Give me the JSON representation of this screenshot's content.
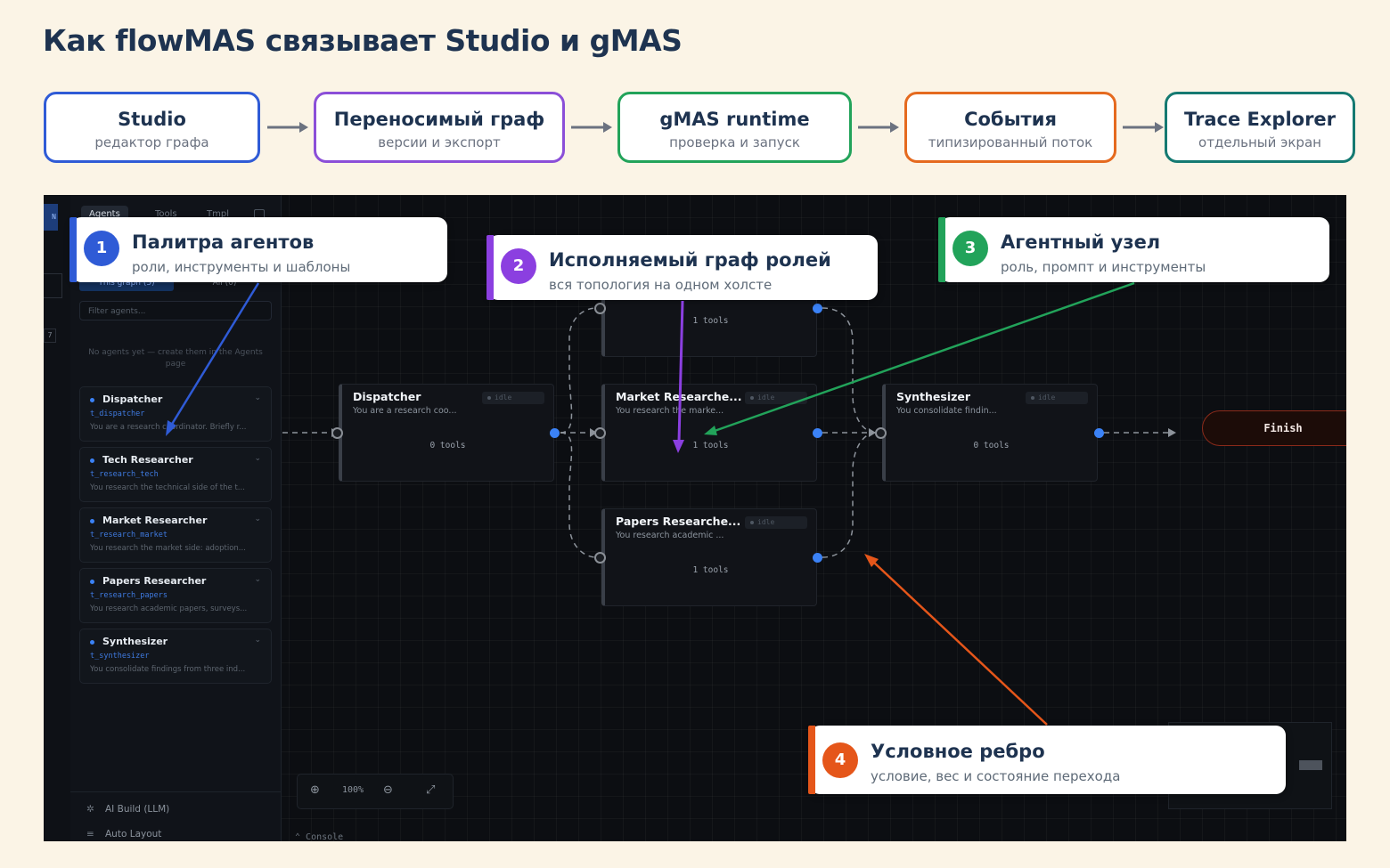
{
  "title": "Как flowMAS связывает Studio и gMAS",
  "flow": [
    {
      "title": "Studio",
      "subtitle": "редактор графа",
      "color": "#2f5bd6"
    },
    {
      "title": "Переносимый граф",
      "subtitle": "версии и экспорт",
      "color": "#8b4fd8"
    },
    {
      "title": "gMAS runtime",
      "subtitle": "проверка и запуск",
      "color": "#22a35a"
    },
    {
      "title": "События",
      "subtitle": "типизированный поток",
      "color": "#e56a1f"
    },
    {
      "title": "Trace Explorer",
      "subtitle": "отдельный экран",
      "color": "#157a72"
    }
  ],
  "app": {
    "rail_chip": "N",
    "rail_number": "7",
    "sidebar": {
      "tabs": [
        "Agents",
        "Tools",
        "Tmpl"
      ],
      "segments": [
        "This graph (5)",
        "All (0)"
      ],
      "filter_placeholder": "Filter agents...",
      "empty_note": "No agents yet — create them in the Agents page",
      "agents": [
        {
          "name": "Dispatcher",
          "id": "t_dispatcher",
          "description": "You are a research coordinator. Briefly r..."
        },
        {
          "name": "Tech Researcher",
          "id": "t_research_tech",
          "description": "You research the technical side of the t..."
        },
        {
          "name": "Market Researcher",
          "id": "t_research_market",
          "description": "You research the market side: adoption..."
        },
        {
          "name": "Papers Researcher",
          "id": "t_research_papers",
          "description": "You research academic papers, surveys..."
        },
        {
          "name": "Synthesizer",
          "id": "t_synthesizer",
          "description": "You consolidate findings from three ind..."
        }
      ],
      "actions": [
        "AI Build (LLM)",
        "Auto Layout"
      ]
    },
    "nodes": [
      {
        "title": "",
        "badge": "",
        "description": "",
        "tools": "1 tools"
      },
      {
        "title": "Dispatcher",
        "badge": "idle",
        "description": "You are a research coo...",
        "tools": "0 tools"
      },
      {
        "title": "Market Researche...",
        "badge": "idle",
        "description": "You research the marke...",
        "tools": "1 tools"
      },
      {
        "title": "Synthesizer",
        "badge": "idle",
        "description": "You consolidate findin...",
        "tools": "0 tools"
      },
      {
        "title": "Papers Researche...",
        "badge": "idle",
        "description": "You research academic ...",
        "tools": "1 tools"
      }
    ],
    "finish_label": "Finish",
    "zoom_level": "100%",
    "console_label": "Console"
  },
  "callouts": [
    {
      "number": "1",
      "title": "Палитра агентов",
      "subtitle": "роли, инструменты и шаблоны",
      "color": "#2f5bd6"
    },
    {
      "number": "2",
      "title": "Исполняемый граф ролей",
      "subtitle": "вся топология на одном холсте",
      "color": "#8b3fe0"
    },
    {
      "number": "3",
      "title": "Агентный узел",
      "subtitle": "роль, промпт и инструменты",
      "color": "#22a35a"
    },
    {
      "number": "4",
      "title": "Условное ребро",
      "subtitle": "условие, вес и состояние перехода",
      "color": "#e5561a"
    }
  ]
}
